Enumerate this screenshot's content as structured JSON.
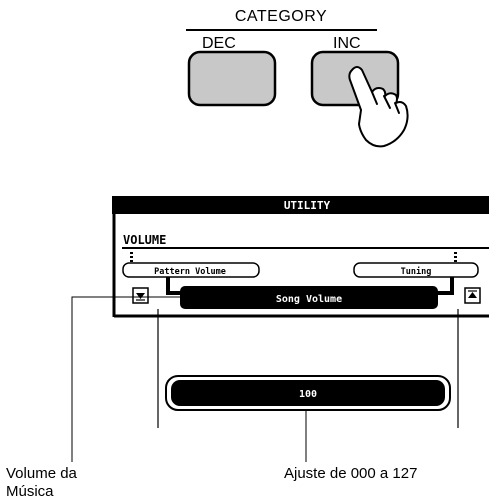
{
  "category": {
    "title": "CATEGORY",
    "dec_label": "DEC",
    "inc_label": "INC"
  },
  "lcd": {
    "header": "UTILITY",
    "section": "VOLUME",
    "left_tab": "Pattern Volume",
    "right_tab": "Tuning",
    "selected_item": "Song Volume",
    "value": "100"
  },
  "callouts": {
    "left_line1": "Volume da",
    "left_line2": "Música",
    "right": "Ajuste de 000 a 127"
  },
  "colors": {
    "button_fill": "#c8c8c8",
    "lcd_dark": "#000000",
    "lcd_text_light": "#ffffff"
  }
}
